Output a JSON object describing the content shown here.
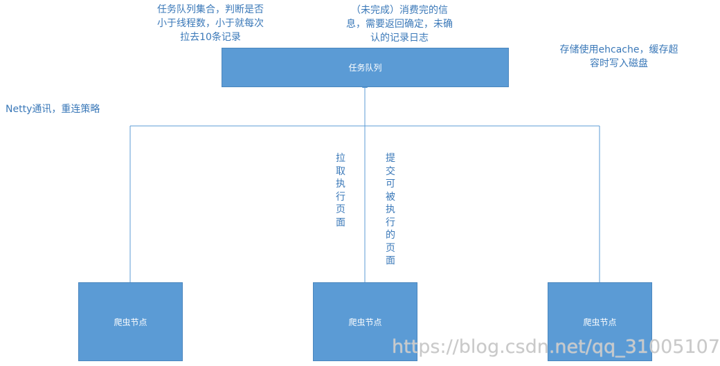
{
  "queue_box": {
    "label": "任务队列"
  },
  "notes": {
    "queue_collection": [
      "任务队列集合，判断是否",
      "小于线程数，小于就每次",
      "拉去10条记录"
    ],
    "unfinished_consume": [
      "（未完成）消费完的信",
      "息，需要返回确定，未确",
      "认的记录日志"
    ],
    "ehcache": [
      "存储使用ehcache，缓存超",
      "容时写入磁盘"
    ],
    "netty": "Netty通讯，重连策略"
  },
  "edge_labels": {
    "pull": "拉取执行页面",
    "submit": "提交可被执行的页面"
  },
  "nodes": [
    {
      "label": "爬虫节点"
    },
    {
      "label": "爬虫节点"
    },
    {
      "label": "爬虫节点"
    }
  ],
  "watermark": "https://blog.csdn.net/qq_31005107",
  "colors": {
    "box_fill": "#5b9bd5",
    "line": "#5b9bd5",
    "text": "#3a78b8"
  }
}
